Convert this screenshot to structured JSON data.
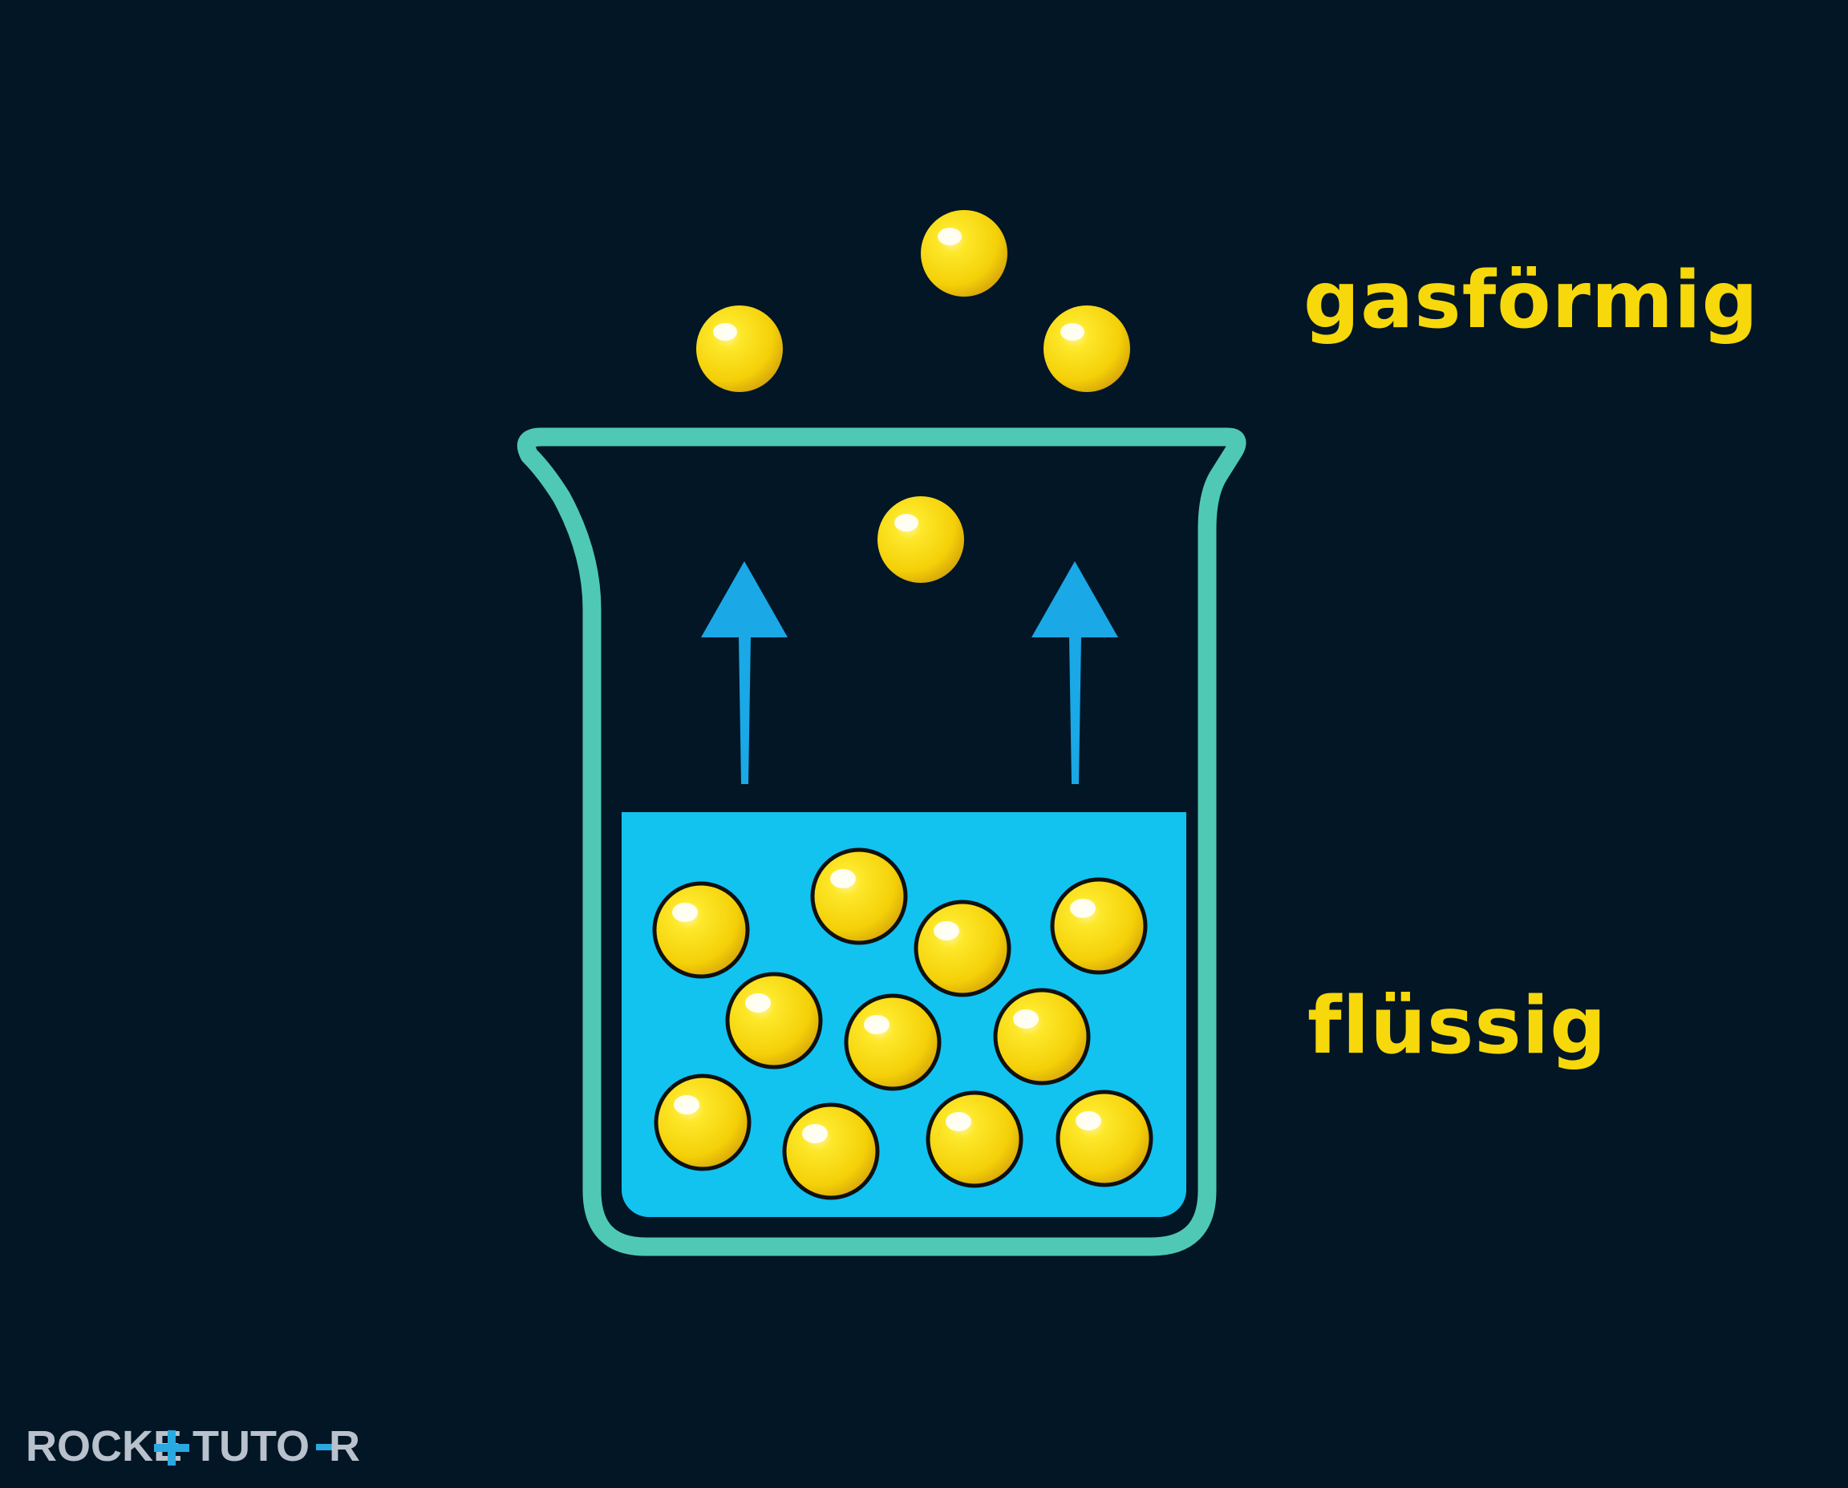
{
  "labels": {
    "gas": "gasförmig",
    "liquid": "flüssig"
  },
  "brand": {
    "part1": "ROCKE",
    "part2": "TUTO",
    "part3": "R"
  },
  "colors": {
    "background": "#021626",
    "beaker_outline": "#4fc9b4",
    "liquid": "#12c3f0",
    "particle": "#f7d80a",
    "particle_shadow": "#d3a30a",
    "arrow": "#1aa8e6",
    "label": "#f7d80a",
    "brand_text": "#b9c2cc",
    "brand_accent": "#2aa8e0"
  },
  "icons": {
    "beaker": "beaker-icon",
    "arrow": "arrow-up-icon",
    "particle": "particle-icon"
  }
}
